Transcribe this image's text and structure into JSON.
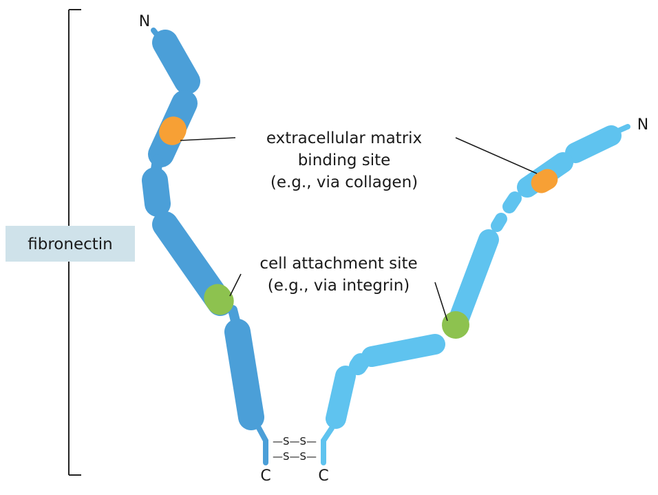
{
  "figure": {
    "title": "fibronectin",
    "labels": {
      "ecm_line1": "extracellular matrix",
      "ecm_line2": "binding site",
      "ecm_line3": "(e.g., via collagen)",
      "cell_line1": "cell attachment site",
      "cell_line2": "(e.g., via integrin)"
    },
    "termini": {
      "left_n": "N",
      "right_n": "N",
      "left_c": "C",
      "right_c": "C"
    },
    "disulfide": {
      "top": "—S—S—",
      "bottom": "—S—S—"
    },
    "colors": {
      "left_chain": "#4b9fd8",
      "right_chain": "#5fc3ef",
      "ecm_site": "#f7a035",
      "cell_site": "#8dc24f",
      "label_box": "#cfe2ea"
    }
  }
}
